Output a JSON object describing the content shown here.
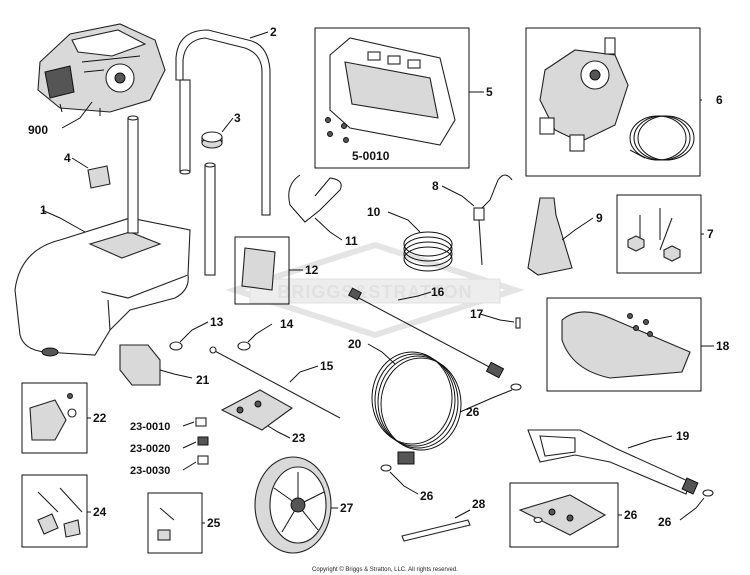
{
  "labels": {
    "l900": "900",
    "l1": "1",
    "l2": "2",
    "l3": "3",
    "l4": "4",
    "l5": "5",
    "l5_0010": "5-0010",
    "l6": "6",
    "l7": "7",
    "l8": "8",
    "l9": "9",
    "l10": "10",
    "l11": "11",
    "l12": "12",
    "l13": "13",
    "l14": "14",
    "l15": "15",
    "l16": "16",
    "l17": "17",
    "l18": "18",
    "l19": "19",
    "l20": "20",
    "l21": "21",
    "l22": "22",
    "l23": "23",
    "l23_0010": "23-0010",
    "l23_0020": "23-0020",
    "l23_0030": "23-0030",
    "l24": "24",
    "l25": "25",
    "l26a": "26",
    "l26b": "26",
    "l26c": "26",
    "l26d": "26",
    "l27": "27",
    "l28": "28"
  },
  "watermark": "BRIGGS&STRATTON",
  "copyright": "Copyright © Briggs & Stratton, LLC. All rights reserved."
}
